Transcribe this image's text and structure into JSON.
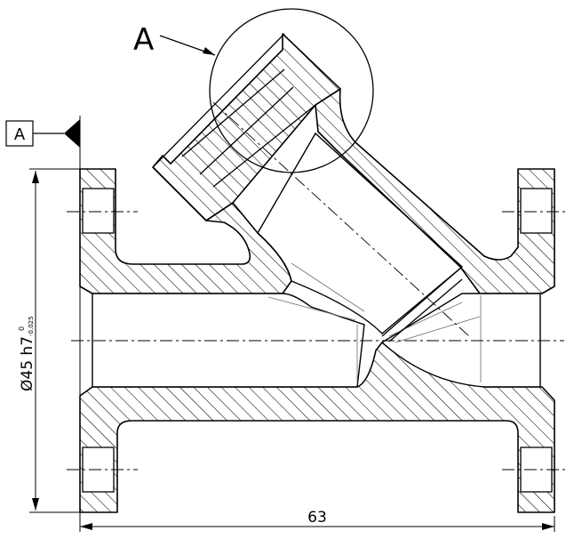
{
  "drawing": {
    "detail_label": "A",
    "datum_label": "A",
    "diameter_dimension": {
      "text": "Ø45 h7",
      "tolerance_upper": "0",
      "tolerance_lower": "-0.025"
    },
    "length_dimension": "63"
  }
}
